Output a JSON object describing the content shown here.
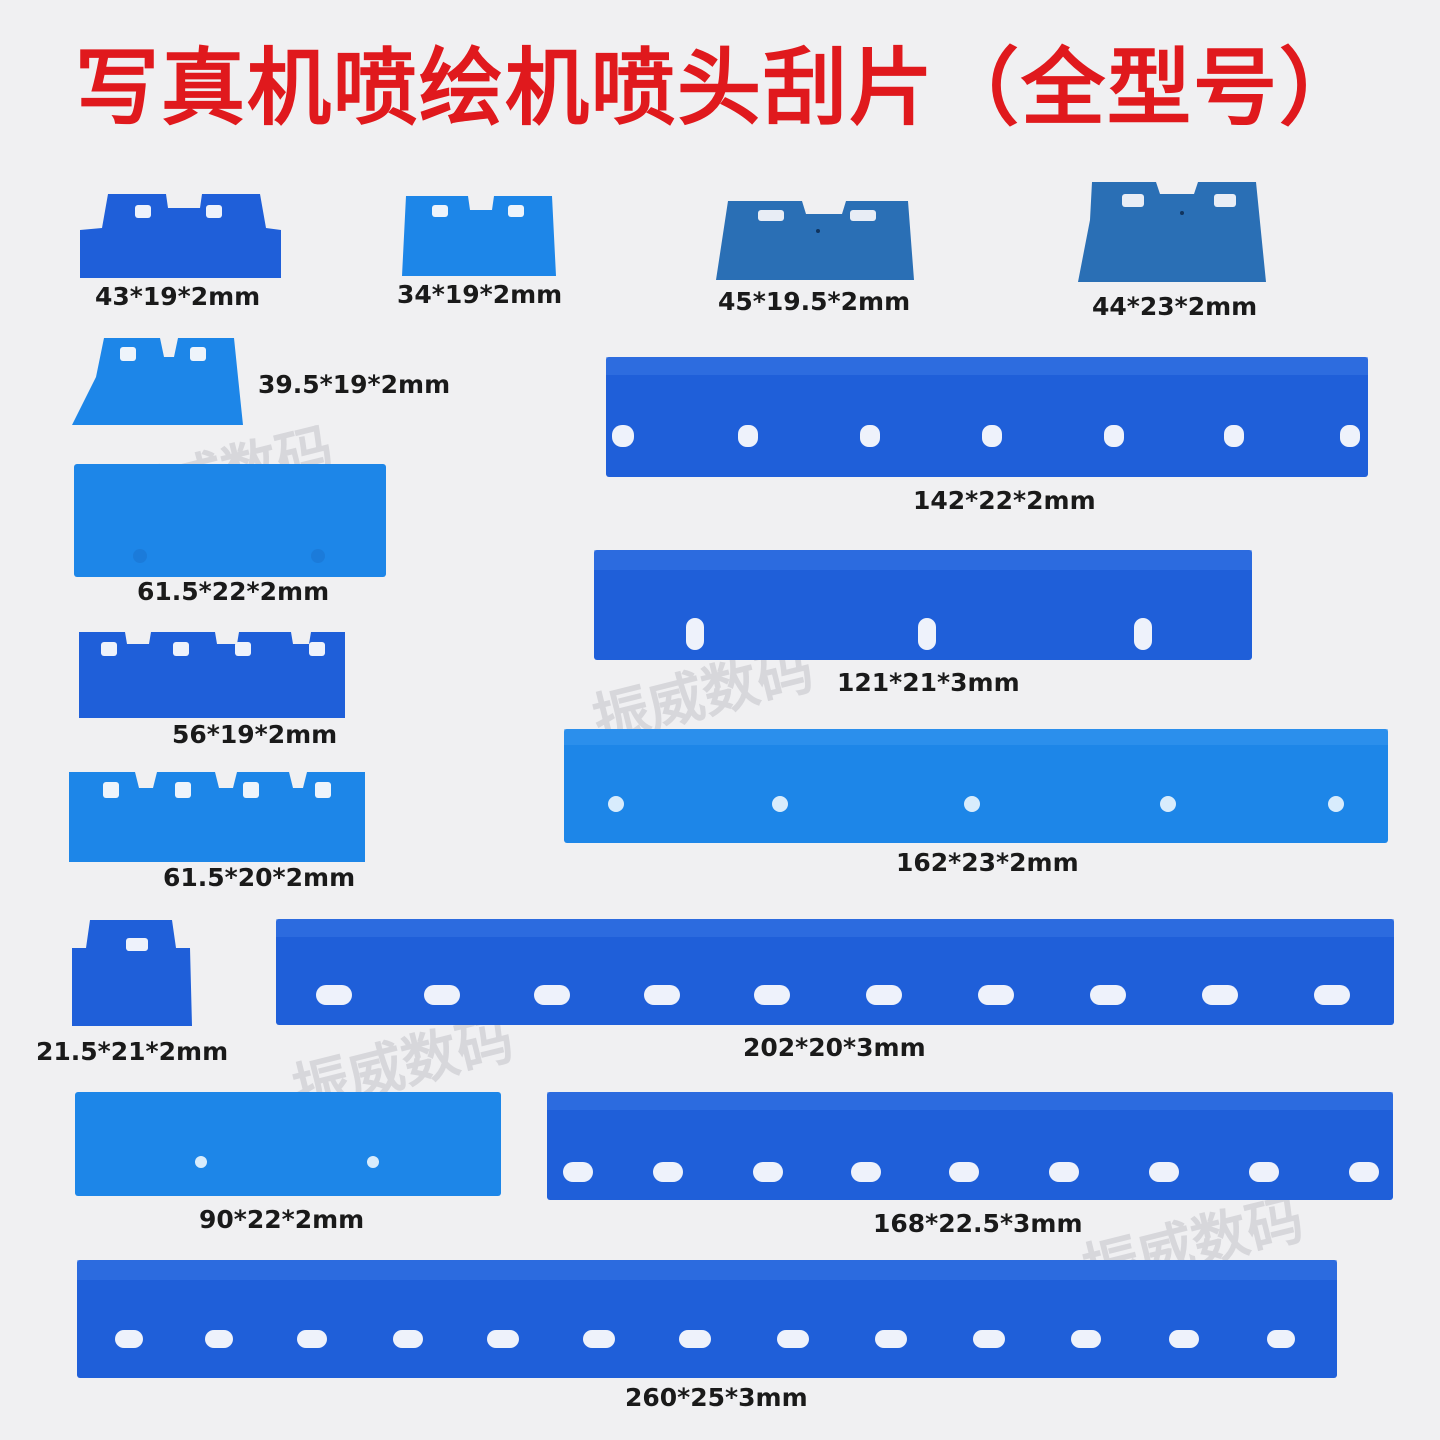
{
  "title": "写真机喷绘机喷头刮片（全型号）",
  "watermark": "振威数码",
  "colors": {
    "title": "#e0191d",
    "blade_dark": "#1f5fd9",
    "blade_light": "#1d86e8",
    "blade_steel": "#2a6fb5"
  },
  "blades": [
    {
      "id": "b1",
      "label": "43*19*2mm"
    },
    {
      "id": "b2",
      "label": "34*19*2mm"
    },
    {
      "id": "b3",
      "label": "45*19.5*2mm"
    },
    {
      "id": "b4",
      "label": "44*23*2mm"
    },
    {
      "id": "b5",
      "label": "39.5*19*2mm"
    },
    {
      "id": "b6",
      "label": "142*22*2mm"
    },
    {
      "id": "b7",
      "label": "61.5*22*2mm"
    },
    {
      "id": "b8",
      "label": "121*21*3mm"
    },
    {
      "id": "b9",
      "label": "56*19*2mm"
    },
    {
      "id": "b10",
      "label": "162*23*2mm"
    },
    {
      "id": "b11",
      "label": "61.5*20*2mm"
    },
    {
      "id": "b12",
      "label": "21.5*21*2mm"
    },
    {
      "id": "b13",
      "label": "202*20*3mm"
    },
    {
      "id": "b14",
      "label": "90*22*2mm"
    },
    {
      "id": "b15",
      "label": "168*22.5*3mm"
    },
    {
      "id": "b16",
      "label": "260*25*3mm"
    }
  ]
}
